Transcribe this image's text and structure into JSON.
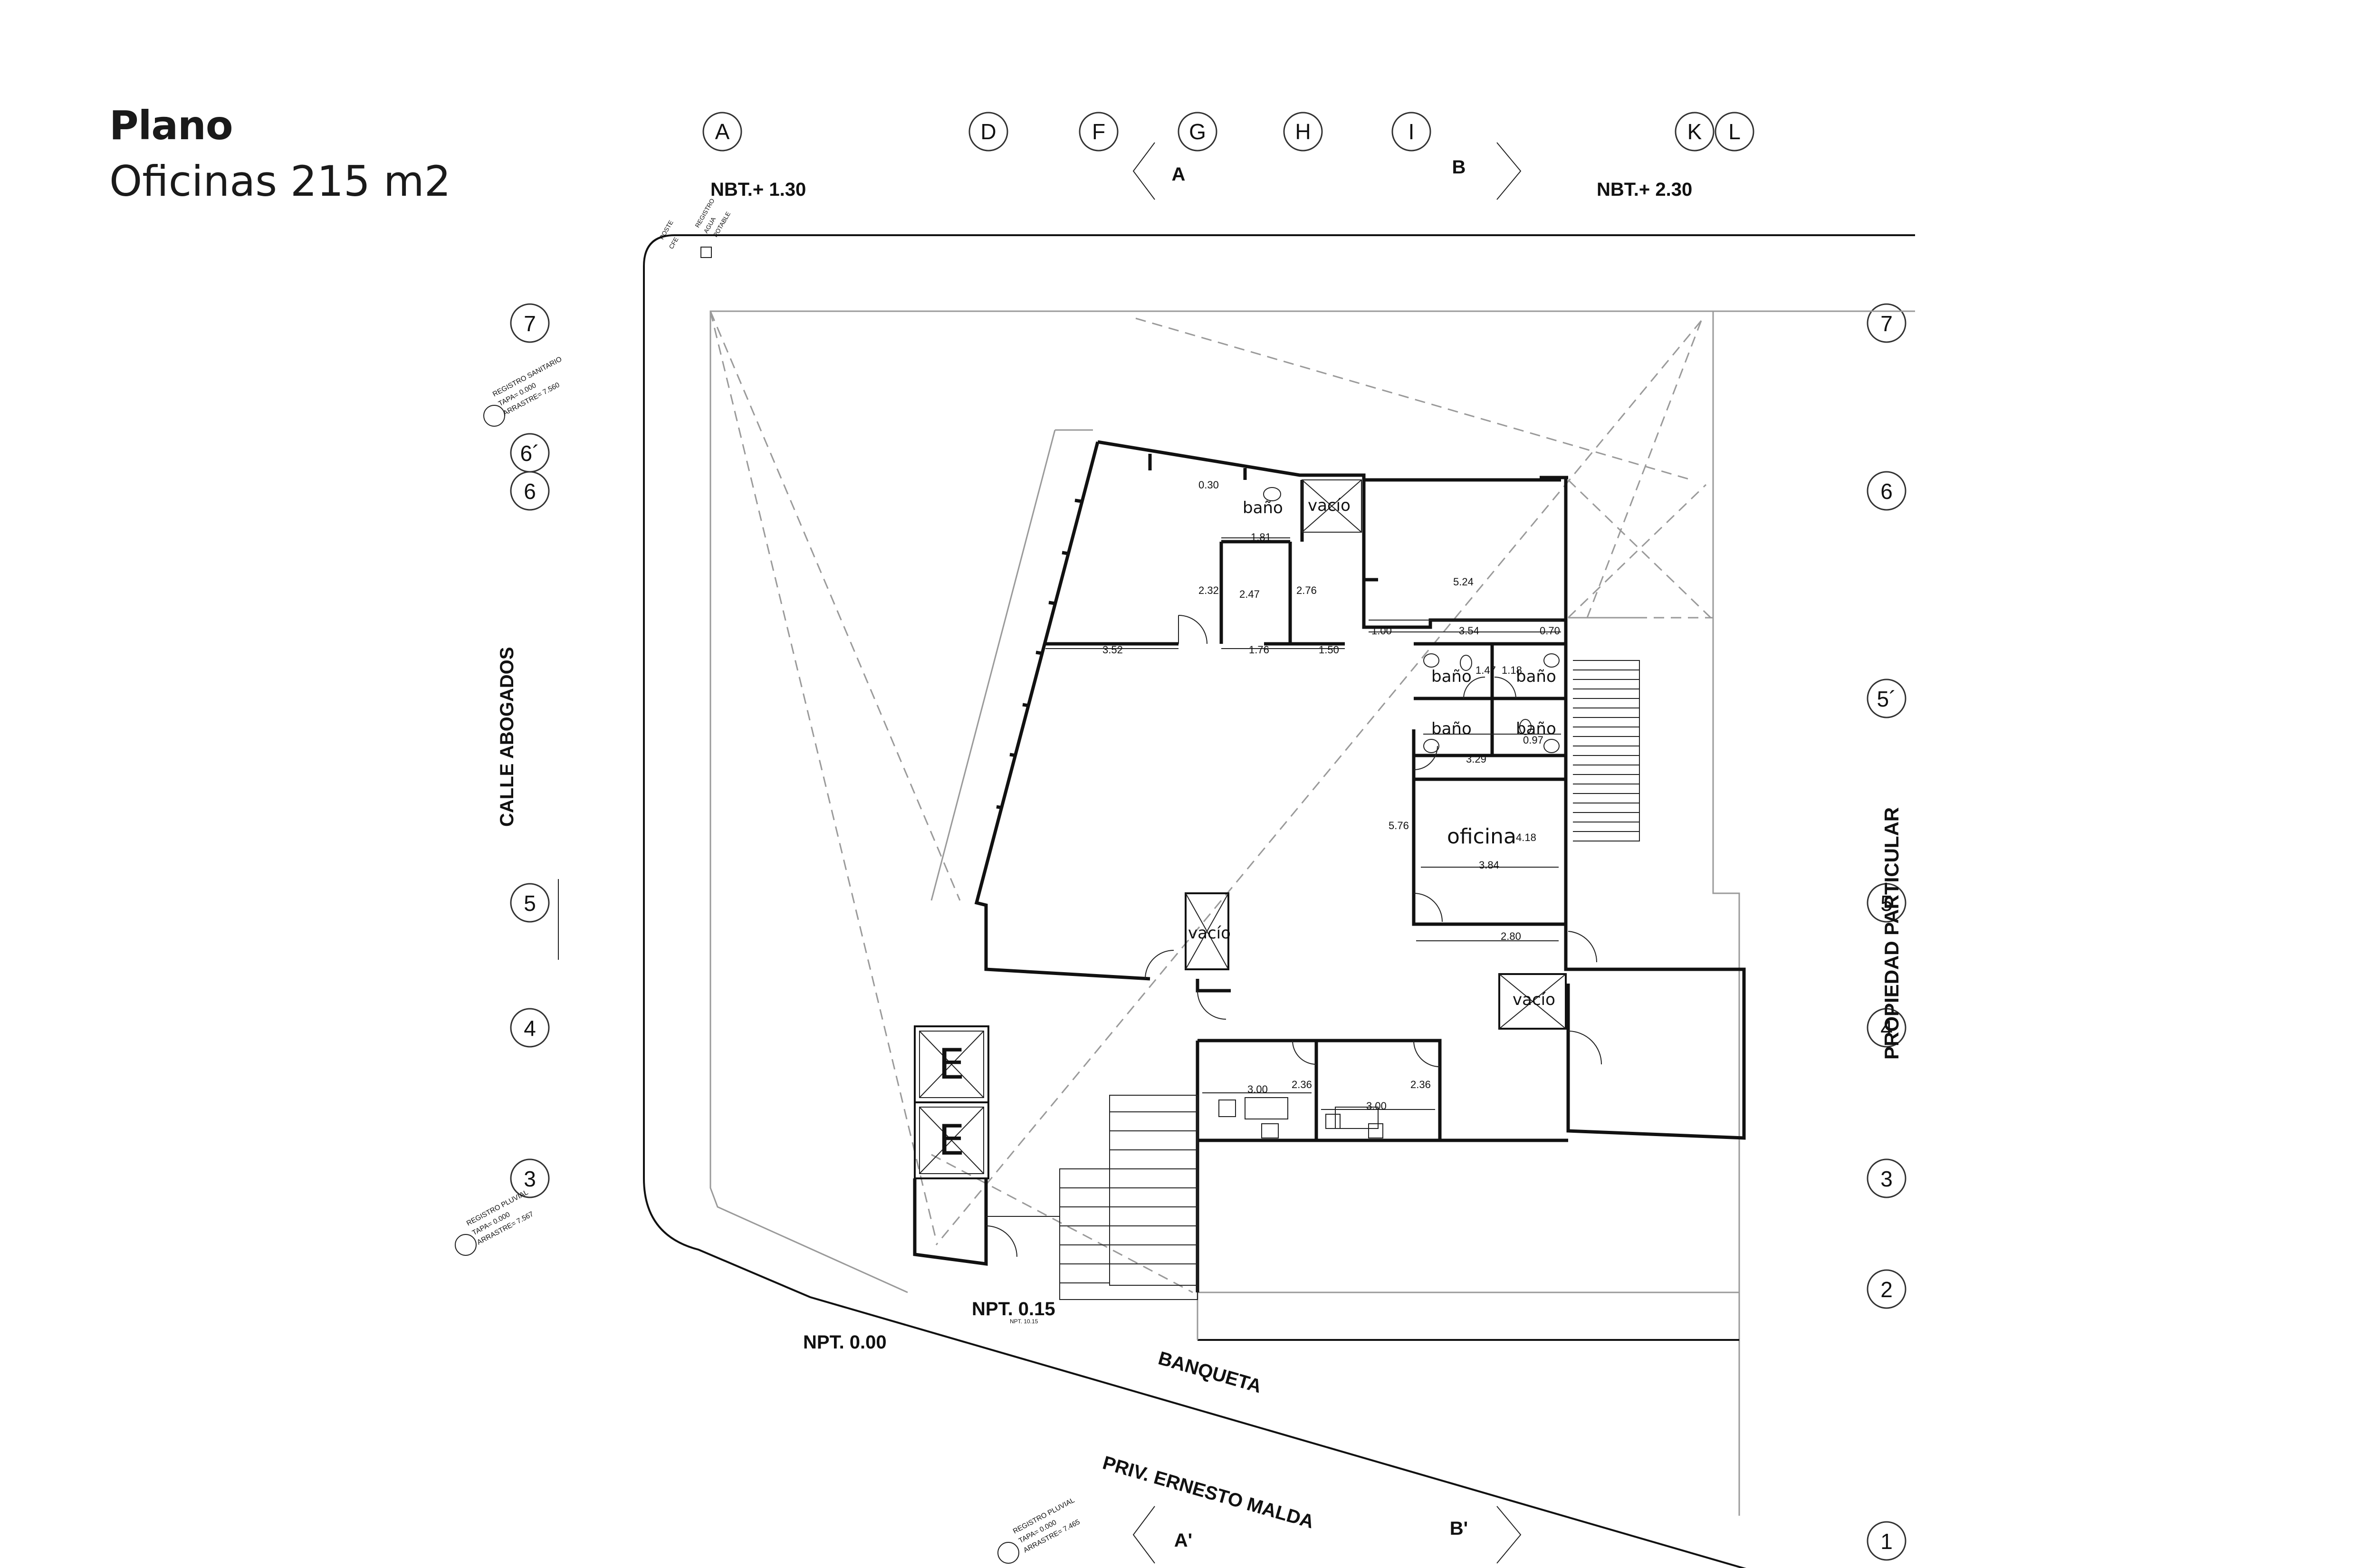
{
  "header": {
    "title": "Plano",
    "subtitle": "Oficinas 215 m2"
  },
  "grid": {
    "columns": [
      "A",
      "D",
      "F",
      "G",
      "H",
      "I",
      "K",
      "L"
    ],
    "rows_left": [
      "7",
      "6´",
      "6",
      "5",
      "4",
      "3"
    ],
    "rows_right": [
      "7",
      "6",
      "5´",
      "5",
      "4",
      "3",
      "2",
      "1"
    ]
  },
  "levels": {
    "nbt_left": "NBT.+ 1.30",
    "nbt_right": "NBT.+ 2.30",
    "npt_entry": "NPT. 0.15",
    "npt_entry_small": "NPT. 10.15",
    "npt_street": "NPT. 0.00"
  },
  "sections": {
    "top_a": "A",
    "top_b": "B",
    "bottom_a": "A'",
    "bottom_b": "B'"
  },
  "streets": {
    "left": "CALLE ABOGADOS",
    "right": "PROPIEDAD PARTICULAR",
    "sidewalk": "BANQUETA",
    "bottom": "PRIV. ERNESTO MALDA"
  },
  "registers": {
    "poste": "POSTE",
    "cfe": "CFE",
    "registro_agua": "REGISTRO",
    "agua": "AGUA",
    "potable": "POTABLE",
    "sanitario": [
      "REGISTRO SANITARIO",
      "TAPA= 0.000",
      "ARRASTRE= 7.560"
    ],
    "pluvial_left": [
      "REGISTRO PLUVIAL",
      "TAPA= 0.000",
      "ARRASTRE= 7.567"
    ],
    "pluvial_bottom": [
      "REGISTRO PLUVIAL",
      "TAPA= 0.000",
      "ARRASTRE= 7.465"
    ]
  },
  "rooms": {
    "bano": "baño",
    "vacio": "vacío",
    "oficina": "oficina",
    "elevator": "E"
  },
  "dimensions": {
    "d_030": "0.30",
    "d_181": "1.81",
    "d_232": "2.32",
    "d_247": "2.47",
    "d_276": "2.76",
    "d_352": "3.52",
    "d_176": "1.76",
    "d_150": "1.50",
    "d_524": "5.24",
    "d_100": "1.00",
    "d_354": "3.54",
    "d_070": "0.70",
    "d_147": "1.47",
    "d_118": "1.18",
    "d_097": "0.97",
    "d_329": "3.29",
    "d_576": "5.76",
    "d_418": "4.18",
    "d_384": "3.84",
    "d_280": "2.80",
    "d_300a": "3.00",
    "d_236a": "2.36",
    "d_300b": "3.00",
    "d_236b": "2.36"
  }
}
